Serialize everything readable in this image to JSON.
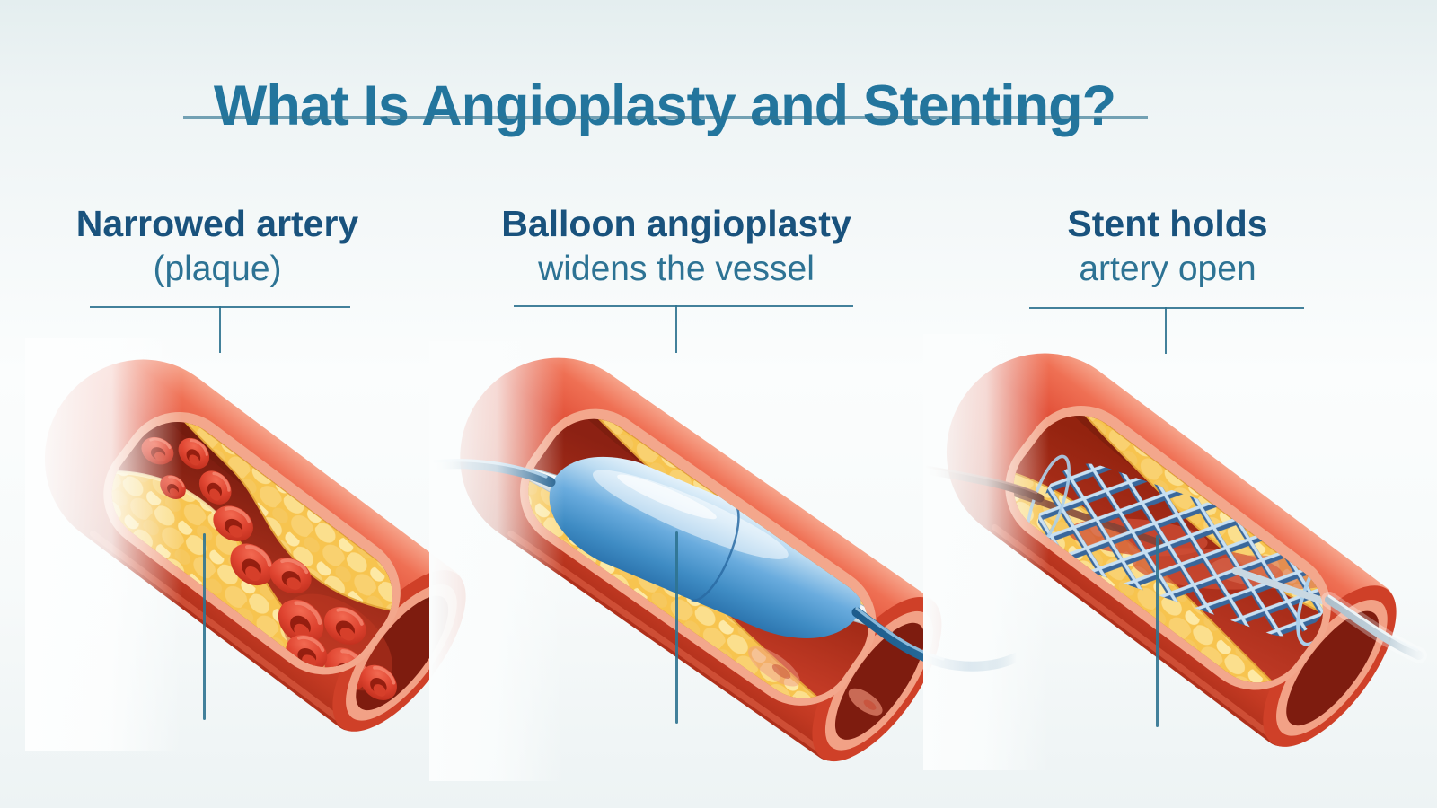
{
  "title": {
    "text": "What Is Angioplasty and Stenting?"
  },
  "panels": [
    {
      "id": "narrowed-artery",
      "label_line1": "Narrowed artery",
      "label_line2": "(plaque)",
      "illustration": "narrowed-artery-cutaway-with-plaque-and-red-blood-cells"
    },
    {
      "id": "balloon-angioplasty",
      "label_line1": "Balloon angioplasty",
      "label_line2": "widens the vessel",
      "illustration": "inflated-balloon-catheter-inside-artery-cutaway"
    },
    {
      "id": "stent",
      "label_line1": "Stent holds",
      "label_line2": "artery open",
      "illustration": "mesh-stent-on-guidewire-inside-artery-cutaway"
    }
  ],
  "colors": {
    "title-teal": "#23759d",
    "label-strong": "#19527d",
    "label-soft": "#2d7394",
    "pointer-line": "#2f7390",
    "bg-top": "#e4eeef",
    "bg-mid": "#fbfdfd",
    "bg-bottom": "#edf3f4",
    "artery-red": "#e25139",
    "artery-deep": "#b5311c",
    "artery-glow": "#f59e85",
    "inner-wall": "#f3a78c",
    "lumen-dark": "#8e2213",
    "plaque-yellow": "#f7c44f",
    "plaque-light": "#fde9a5",
    "blood-cell": "#d8412d",
    "balloon-blue": "#4f9ed6",
    "balloon-light": "#ddeefa",
    "catheter-blue": "#1d5c8c",
    "stent-strand": "#c8e0f2",
    "stent-shadow": "#395f93",
    "guidewire-silver": "#cfdde6"
  }
}
